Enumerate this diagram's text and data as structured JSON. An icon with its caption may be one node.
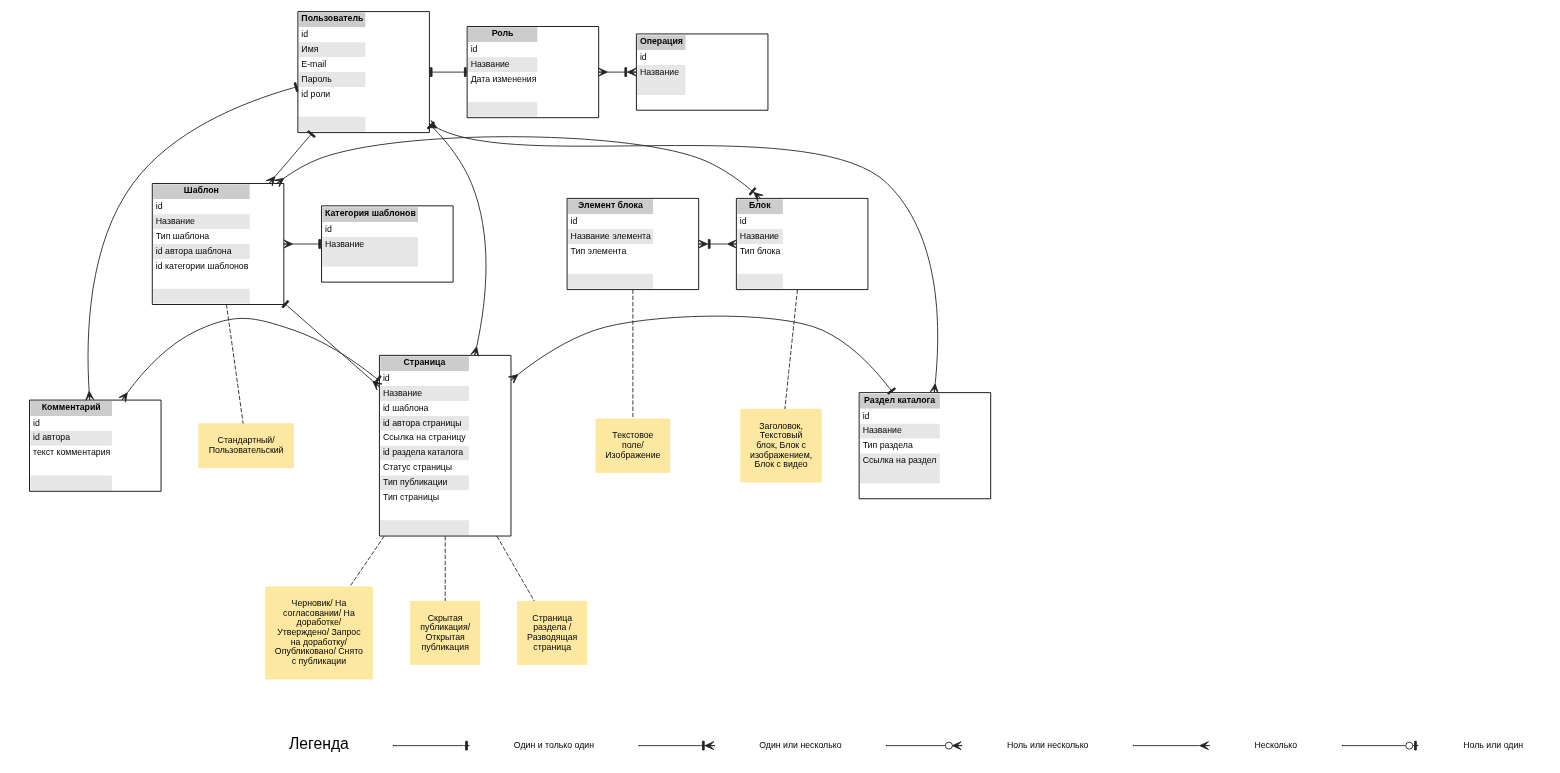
{
  "diagram": {
    "nodes": [
      {
        "text": [
          "Пользователь",
          "id",
          "Имя",
          "E-mail",
          "Пароль",
          "id роли"
        ]
      },
      {
        "text": [
          "Роль",
          "id",
          "Название",
          "Дата изменения"
        ]
      },
      {
        "text": [
          "Операция",
          "id",
          "Название"
        ]
      },
      {
        "text": [
          "Элемент блока",
          "id",
          "Название элемента",
          "Тип элемента"
        ]
      },
      {
        "text": [
          "Блок",
          "id",
          "Название",
          "Тип блока"
        ]
      },
      {
        "text": [
          "Шаблон",
          "id",
          "Название",
          "Тип шаблона",
          "id автора шаблона",
          "id категории шаблонов"
        ]
      },
      {
        "text": [
          "Категория шаблонов",
          "id",
          "Название"
        ]
      },
      {
        "text": [
          "Текстовое поле/ Изображение"
        ]
      },
      {
        "text": [
          "Заголовок, Текстовый блок, Блок с изображением, Блок с видео"
        ]
      },
      {
        "text": [
          "Стандартный/ Пользовательский"
        ]
      },
      {
        "text": [
          "Комментарий",
          "id",
          "id автора",
          "текст комментария"
        ]
      },
      {
        "text": [
          "Страница",
          "id",
          "Название",
          "id шаблона",
          "id автора страницы",
          "Ссылка на страницу",
          "id раздела каталога",
          "Статус страницы",
          "Тип публикации",
          "Тип страницы"
        ]
      },
      {
        "text": [
          "Раздел каталога",
          "id",
          "Название",
          "Тип раздела",
          "Ссылка на раздел"
        ]
      },
      {
        "text": [
          "Черновик/ На согласовании/ На доработке/ Утверждено/ Запрос на доработку/ Опубликовано/ Снято с публикации"
        ]
      },
      {
        "text": [
          "Скрытая публикация/ Открытая публикация"
        ]
      },
      {
        "text": [
          "Страница раздела / Разводящая страница"
        ]
      }
    ],
    "edges": [
      {
        "from": 0,
        "to": 1,
        "arrow": "other"
      },
      {
        "from": 1,
        "to": 2,
        "arrow": "other"
      },
      {
        "from": 0,
        "to": 5,
        "arrow": "other"
      },
      {
        "from": 0,
        "to": 11,
        "arrow": "other"
      },
      {
        "from": 0,
        "to": 12,
        "arrow": "other"
      },
      {
        "from": 0,
        "to": 10,
        "arrow": "other"
      },
      {
        "from": 3,
        "to": 4,
        "arrow": "other"
      },
      {
        "from": 4,
        "to": 5,
        "arrow": "other"
      },
      {
        "from": 5,
        "to": 6,
        "arrow": "other"
      },
      {
        "from": 5,
        "to": 11,
        "arrow": "other"
      },
      {
        "from": 10,
        "to": 11,
        "arrow": "other"
      },
      {
        "from": 11,
        "to": 12,
        "arrow": "other"
      },
      {
        "from": 3,
        "to": 7,
        "arrow": "none",
        "style": "dashed"
      },
      {
        "from": 4,
        "to": 8,
        "arrow": "none",
        "style": "dashed"
      },
      {
        "from": 5,
        "to": 9,
        "arrow": "none",
        "style": "dashed"
      },
      {
        "from": 11,
        "to": 13,
        "arrow": "none",
        "style": "dashed"
      },
      {
        "from": 11,
        "to": 14,
        "arrow": "none",
        "style": "dashed"
      },
      {
        "from": 11,
        "to": 15,
        "arrow": "none",
        "style": "dashed"
      }
    ],
    "labels": [
      "Легенда"
    ],
    "legend": [
      {
        "text": "Один и только один"
      },
      {
        "text": "Один или несколько"
      },
      {
        "text": "Ноль или несколько"
      },
      {
        "text": "Несколько"
      },
      {
        "text": "Ноль или один"
      }
    ]
  }
}
